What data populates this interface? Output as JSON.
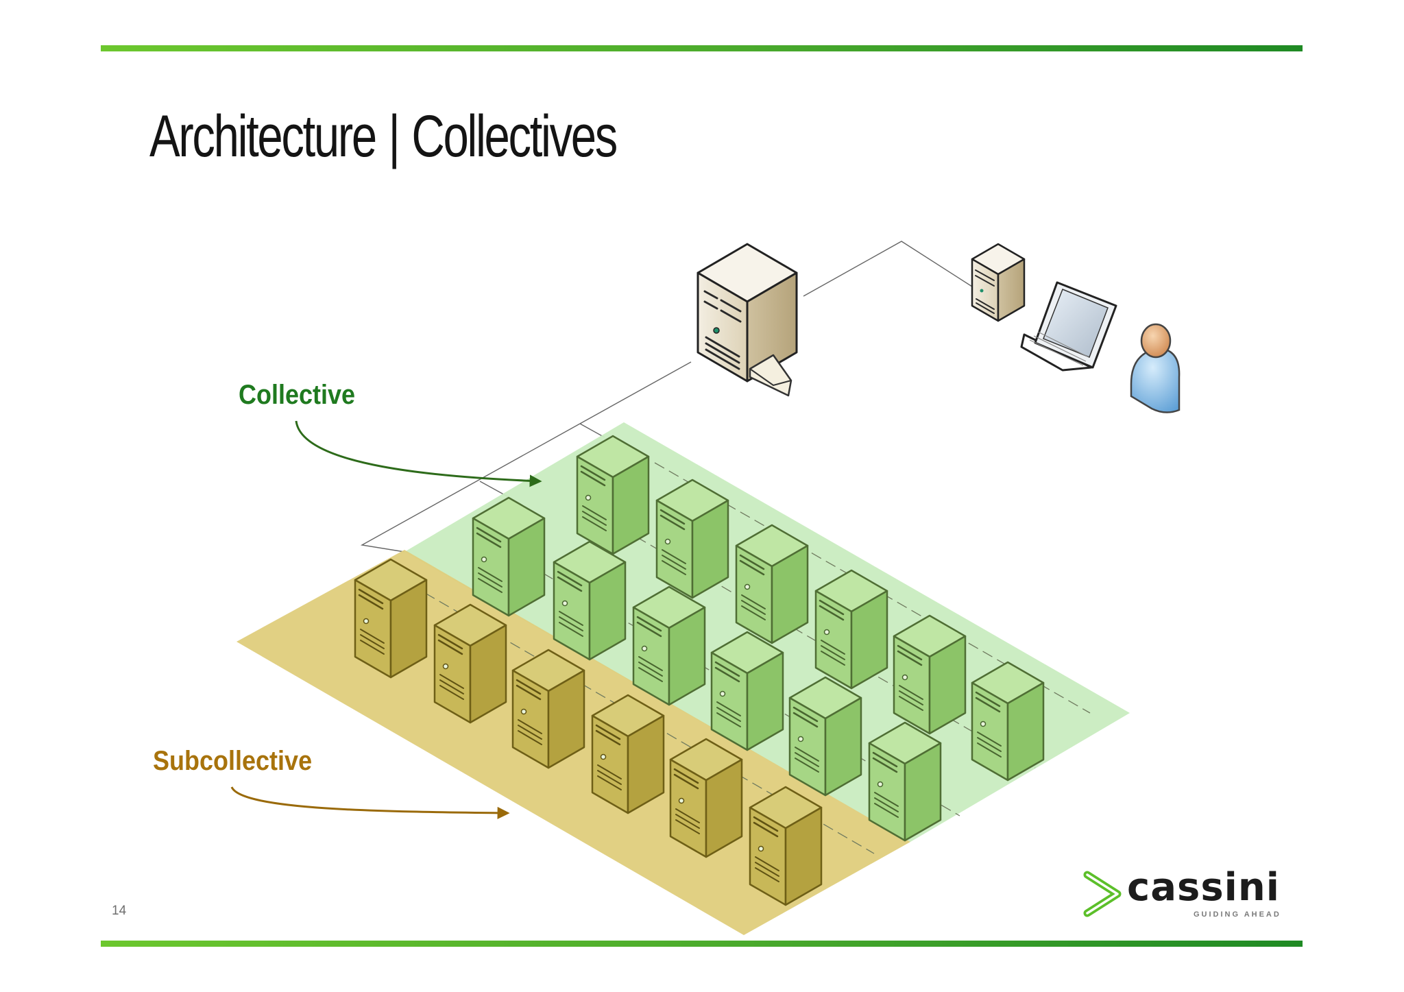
{
  "title": {
    "part1": "Architecture",
    "separator": "|",
    "part2": "Collectives"
  },
  "labels": {
    "collective": "Collective",
    "subcollective": "Subcollective"
  },
  "page_number": "14",
  "logo": {
    "wordmark": "cassini",
    "tagline": "GUIDING AHEAD"
  },
  "colors": {
    "accent_green": "#49a92c",
    "collective_label": "#1f7a1f",
    "subcollective_label": "#a8730c",
    "collective_zone": "#c9ecc0",
    "subcollective_zone": "#dfcd7c"
  },
  "icons": [
    "main-server-icon",
    "mail-envelope-icon",
    "small-server-icon",
    "laptop-icon",
    "user-icon",
    "node-server-icon"
  ]
}
